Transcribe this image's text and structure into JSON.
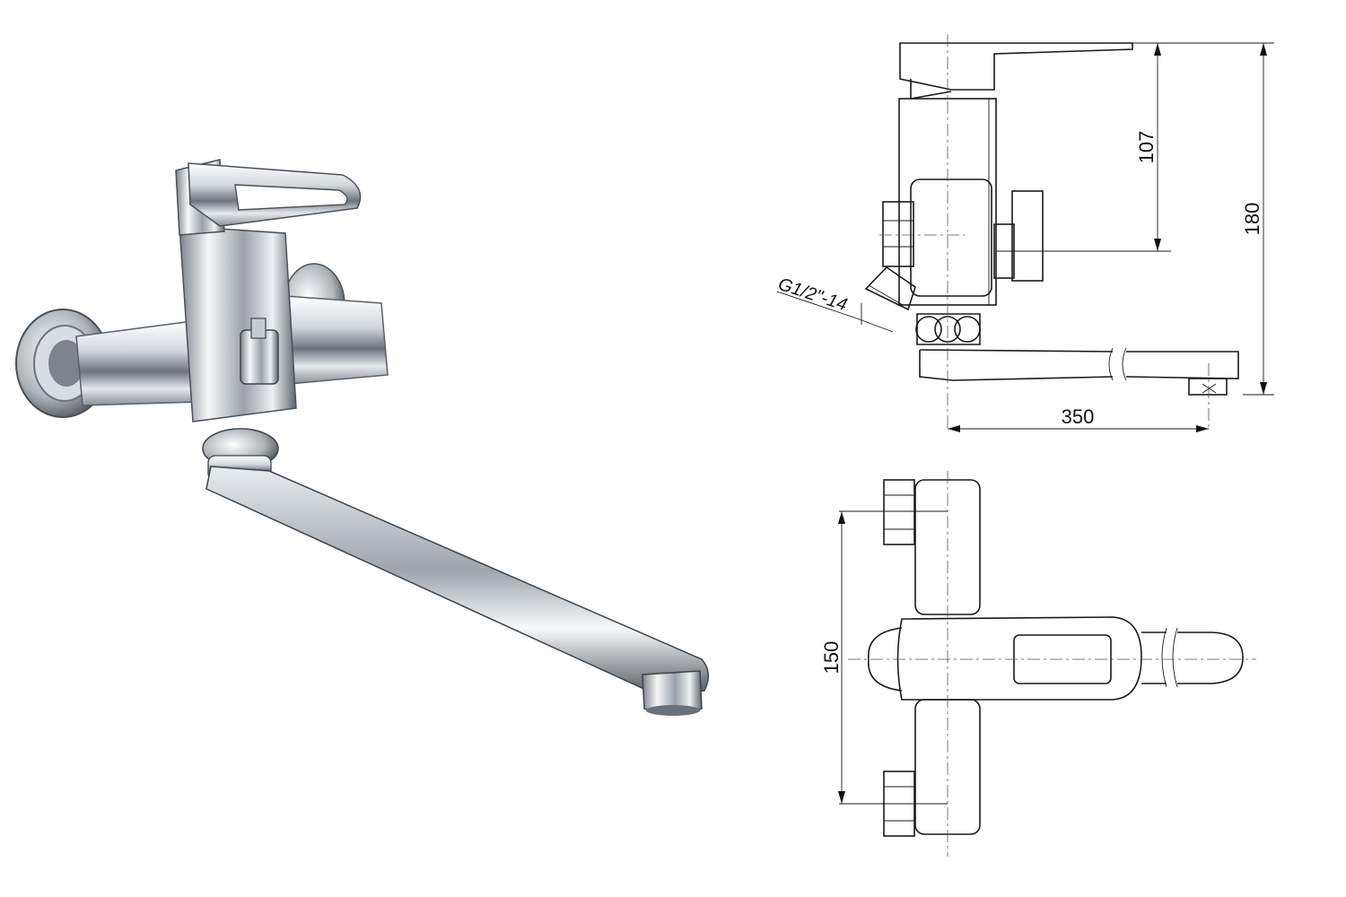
{
  "dimensions": {
    "lever_height": "107",
    "total_height": "180",
    "spout_reach": "350",
    "inlet_spacing": "150",
    "thread": "G1/2\"-14"
  },
  "colors": {
    "chrome_light": "#f4f6f8",
    "chrome_mid": "#b9bfc6",
    "chrome_dark": "#3e444b",
    "line": "#1a1a1a"
  }
}
